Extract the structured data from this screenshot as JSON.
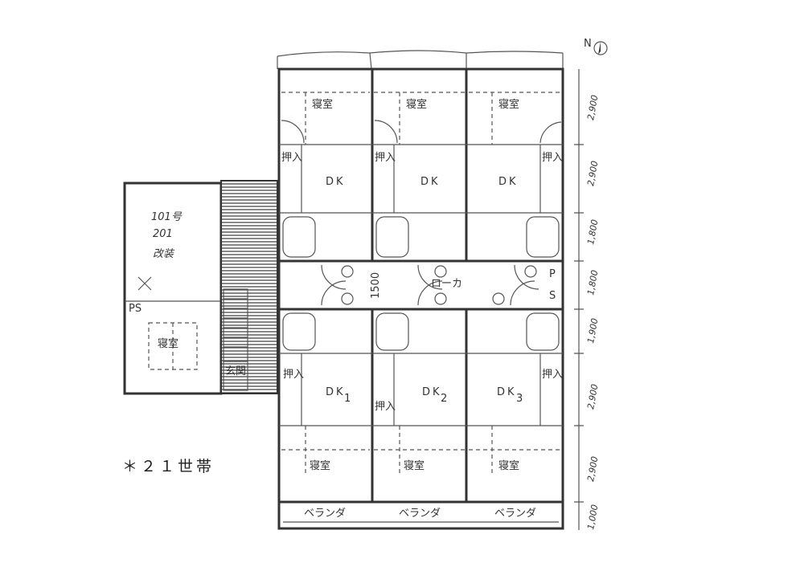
{
  "plan": {
    "north_label": "N",
    "units_top": [
      {
        "bedroom": "寝室",
        "closet": "押入",
        "dk": "DK"
      },
      {
        "bedroom": "寝室",
        "closet": "押入",
        "dk": "DK"
      },
      {
        "bedroom": "寝室",
        "closet": "押入",
        "dk": "DK"
      }
    ],
    "units_bottom": [
      {
        "bedroom": "寝室",
        "closet": "押入",
        "dk": "DK",
        "num": "1"
      },
      {
        "bedroom": "寝室",
        "closet": "押入",
        "dk": "DK",
        "num": "2"
      },
      {
        "bedroom": "寝室",
        "closet": "押入",
        "dk": "DK",
        "num": "3"
      }
    ],
    "verandas": [
      "ベランダ",
      "ベランダ",
      "ベランダ"
    ],
    "corridor": "ローカ",
    "corridor_width": "1500",
    "ps_labels": [
      "P",
      "S"
    ],
    "annex_handwritten": [
      "101号",
      "201",
      "改装"
    ],
    "annex_bedroom": "寝室",
    "annex_entrance": "玄関",
    "annex_ps": "PS",
    "dimensions": [
      "2,900",
      "2,900",
      "1,800",
      "1,800",
      "1,900",
      "2,900",
      "2,900",
      "1,000"
    ]
  },
  "note": "＊２１世帯"
}
